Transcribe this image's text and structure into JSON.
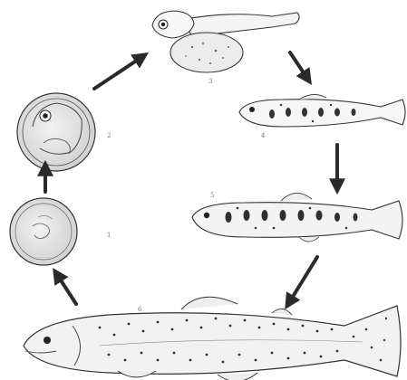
{
  "diagram": {
    "kind": "cycle",
    "stages": [
      {
        "id": "egg",
        "label": ""
      },
      {
        "id": "eyed-egg",
        "label": ""
      },
      {
        "id": "alevin",
        "label": ""
      },
      {
        "id": "fry",
        "label": ""
      },
      {
        "id": "parr",
        "label": ""
      },
      {
        "id": "adult",
        "label": ""
      }
    ],
    "arrow_color": "#2a2a2a",
    "line_color": "#333333"
  }
}
